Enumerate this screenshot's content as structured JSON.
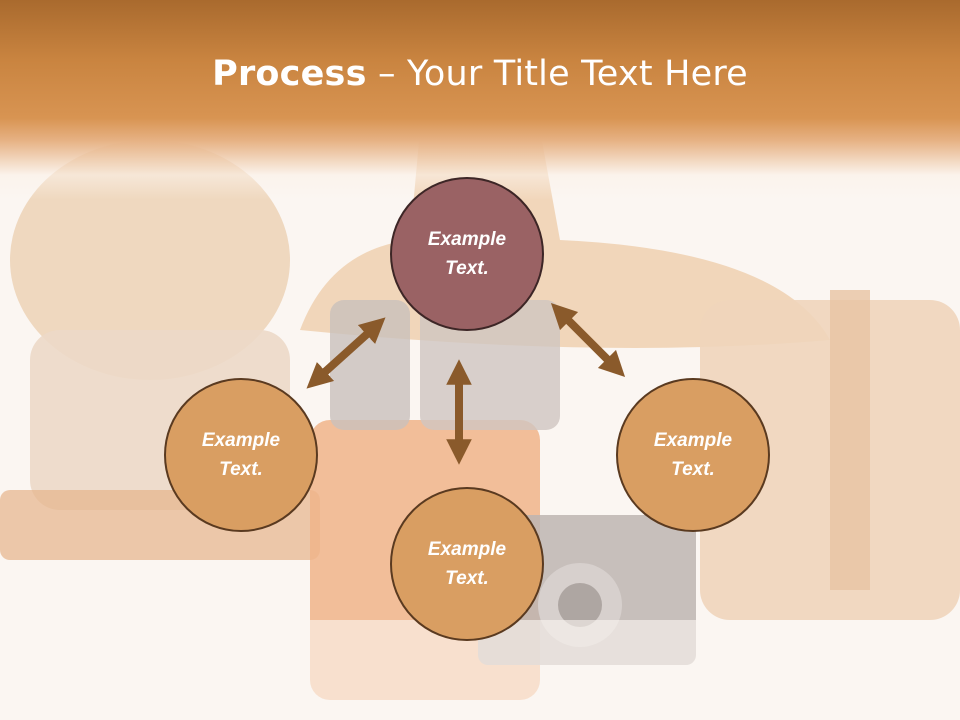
{
  "slide": {
    "title_bold": "Process",
    "title_rest": " – Your Title Text Here",
    "nodes": {
      "top": "Example\nText.",
      "left": "Example\nText.",
      "right": "Example\nText.",
      "bottom": "Example\nText."
    }
  },
  "colors": {
    "header": "#c98440",
    "node_highlight": "#9a6264",
    "node_default": "#d99e62",
    "arrow": "#8a5a2b"
  }
}
